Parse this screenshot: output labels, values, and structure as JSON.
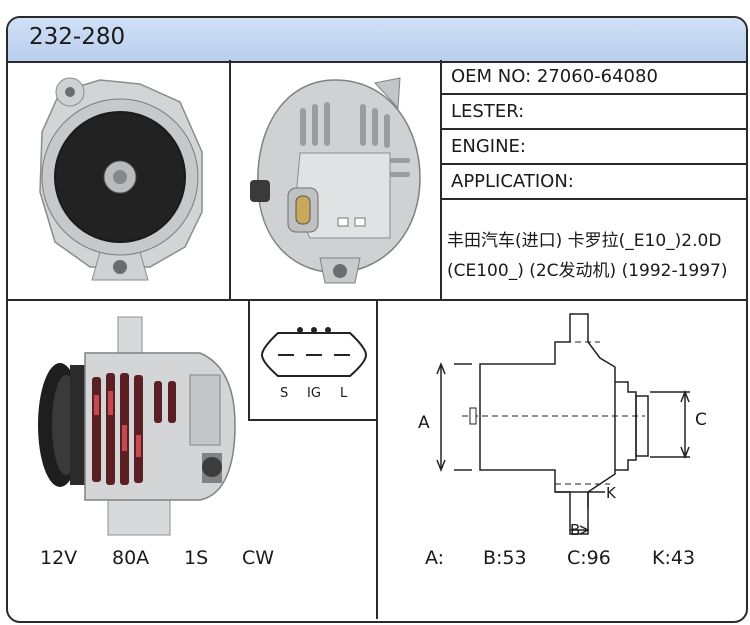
{
  "title": "232-280",
  "info": {
    "oem": "OEM NO: 27060-64080",
    "lester": "LESTER:",
    "engine": "ENGINE:",
    "application_label": "APPLICATION:",
    "application_line1": "丰田汽车(进口)  卡罗拉(_E10_)2.0D",
    "application_line2": "(CE100_) (2C发动机) (1992-1997)"
  },
  "plug": {
    "pins": [
      "S",
      "IG",
      "L"
    ]
  },
  "specs": {
    "voltage": "12V",
    "amperage": "80A",
    "grooves": "1S",
    "rotation": "CW"
  },
  "dims": {
    "a": "A:",
    "b": "B:53",
    "c": "C:96",
    "k": "K:43"
  },
  "diagram_labels": {
    "a": "A",
    "b": "B",
    "c": "C",
    "k": "K"
  }
}
